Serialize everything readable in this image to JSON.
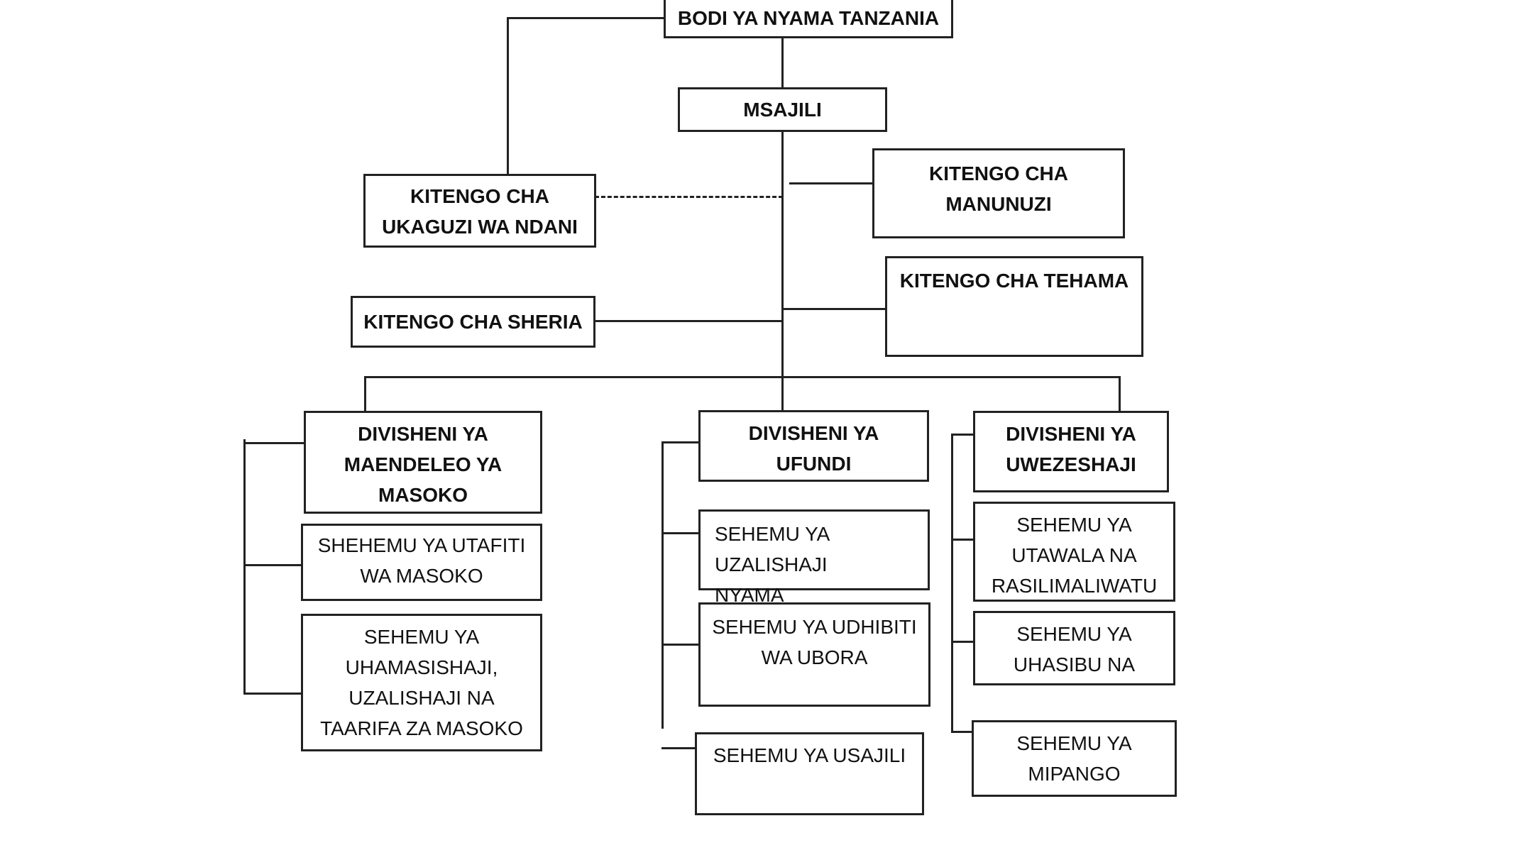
{
  "boxes": {
    "board": "BODI YA NYAMA TANZANIA",
    "registrar": "MSAJILI",
    "internal_audit": "KITENGO CHA UKAGUZI WA NDANI",
    "procurement": "KITENGO CHA MANUNUZI",
    "ict": "KITENGO CHA TEHAMA",
    "legal": "KITENGO CHA SHERIA",
    "div_market": "DIVISHENI YA MAENDELEO YA MASOKO",
    "market_research": "SHEHEMU YA UTAFITI WA MASOKO",
    "market_promotion": "SEHEMU YA UHAMASISHAJI, UZALISHAJI NA TAARIFA ZA MASOKO",
    "div_technical": "DIVISHENI YA UFUNDI",
    "meat_production": "SEHEMU YA UZALISHAJI  NYAMA",
    "quality_control": "SEHEMU YA UDHIBITI WA UBORA",
    "registration": "SEHEMU YA USAJILI",
    "div_enabling": "DIVISHENI YA UWEZESHAJI",
    "admin_hr": "SEHEMU YA UTAWALA NA RASILIMALIWATU",
    "accounts": "SEHEMU YA UHASIBU NA",
    "planning": "SEHEMU YA MIPANGO"
  }
}
